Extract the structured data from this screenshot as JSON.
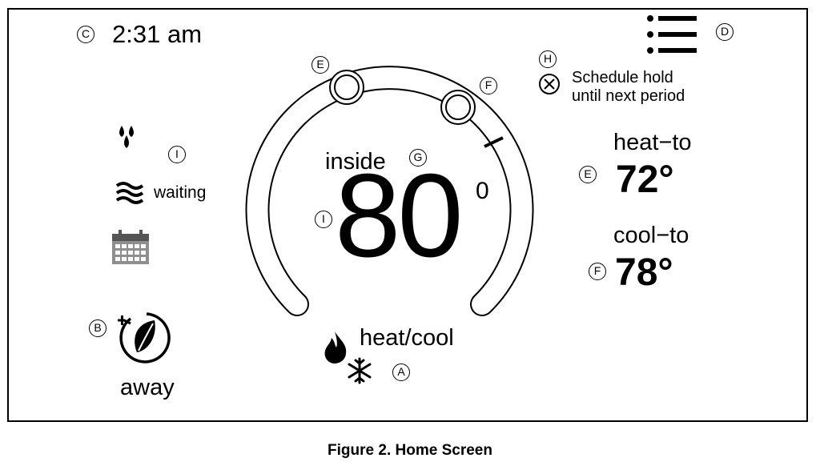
{
  "clock": {
    "time": "2:31 am"
  },
  "schedule_hold": {
    "line1": "Schedule hold",
    "line2": "until next period"
  },
  "setpoints": {
    "heat_label": "heat−to",
    "heat_value": "72°",
    "cool_label": "cool−to",
    "cool_value": "78°"
  },
  "inside": {
    "label": "inside",
    "temperature": "80",
    "unit": "0"
  },
  "status": {
    "fan": "waiting"
  },
  "mode": {
    "label": "heat/cool"
  },
  "away": {
    "label": "away"
  },
  "callouts": {
    "A": "A",
    "B": "B",
    "C": "C",
    "D": "D",
    "E": "E",
    "F": "F",
    "G": "G",
    "H": "H",
    "I": "I"
  },
  "figure": {
    "caption": "Figure 2. Home Screen"
  }
}
